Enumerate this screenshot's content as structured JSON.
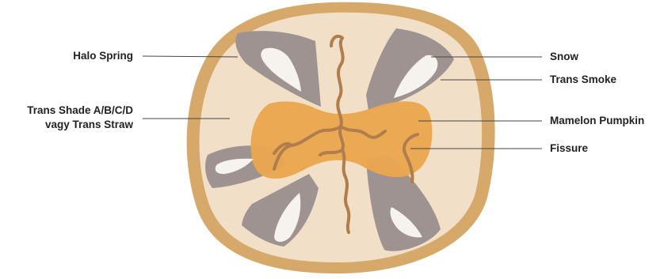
{
  "labels": {
    "halo_spring": "Halo Spring",
    "trans_shade_line1": "Trans Shade A/B/C/D",
    "trans_shade_line2": "vagy Trans Straw",
    "snow": "Snow",
    "trans_smoke": "Trans Smoke",
    "mamelon_pumpkin": "Mamelon Pumpkin",
    "fissure": "Fissure"
  },
  "colors": {
    "halo_spring": "#d6a86a",
    "trans_shade": "#f2dfc7",
    "trans_smoke": "#9e9390",
    "snow": "#f6f3ef",
    "mamelon_pumpkin": "#eba74f",
    "fissure": "#b07d4d",
    "leader_line": "#444444"
  }
}
